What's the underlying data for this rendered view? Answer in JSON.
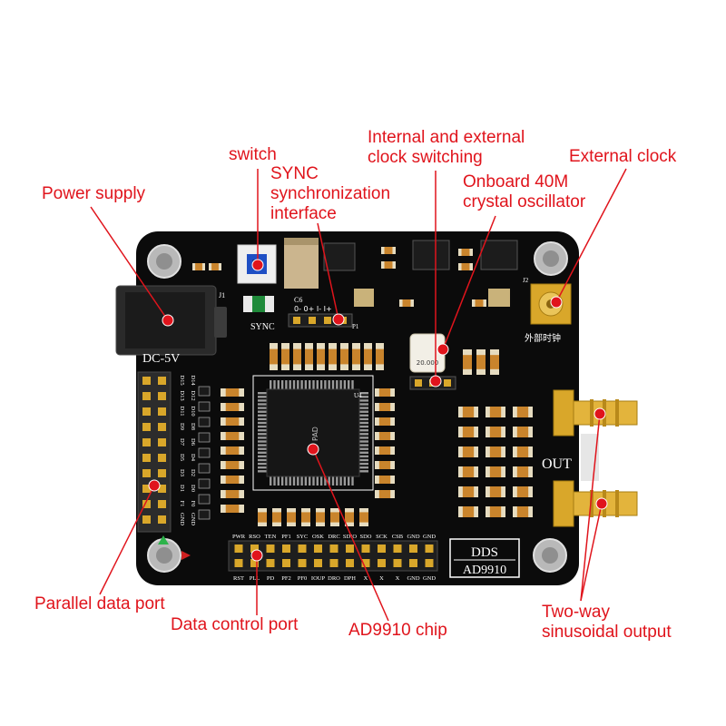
{
  "annotations": {
    "switch": "switch",
    "sync_interface": [
      "SYNC",
      "synchronization",
      "interface"
    ],
    "power_supply": "Power supply",
    "clock_switching": [
      "Internal and external",
      "clock switching"
    ],
    "crystal_oscillator": [
      "Onboard 40M",
      "crystal oscillator"
    ],
    "external_clock": "External clock",
    "parallel_data_port": "Parallel data port",
    "data_control_port": "Data control port",
    "chip": "AD9910 chip",
    "sinusoidal_output": [
      "Two-way",
      "sinusoidal output"
    ]
  },
  "board": {
    "silkscreen": {
      "sync": "SYNC",
      "sync_pins": "0-  0+  I-  I+",
      "power_input": "DC-5V",
      "output": "OUT",
      "external_clock_cn": "外部时钟",
      "model_line1": "DDS",
      "model_line2": "AD9910",
      "chip_mark": "PAD",
      "crystal_freq": "20.000",
      "j1": "J1",
      "j2": "J2",
      "p1": "P1",
      "u4": "U4",
      "c6": "C6"
    },
    "control_header_top": [
      "PWR",
      "RSO",
      "TEN",
      "PF1",
      "SYC",
      "OSK",
      "DRC",
      "SDIO",
      "SDO",
      "SCK",
      "CSB",
      "GND",
      "GND"
    ],
    "control_header_bottom": [
      "RST",
      "PLL",
      "PD",
      "PF2",
      "PF0",
      "IOUP",
      "DRO",
      "DPH",
      "X",
      "X",
      "X",
      "GND",
      "GND"
    ],
    "parallel_labels_a": [
      "D15",
      "D13",
      "D11",
      "D9",
      "D7",
      "D5",
      "D3",
      "D1",
      "F1",
      "GND"
    ],
    "parallel_labels_b": [
      "D14",
      "D12",
      "D10",
      "D8",
      "D6",
      "D4",
      "D2",
      "D0",
      "F0",
      "GND"
    ]
  },
  "colors": {
    "annotation": "#e0141c",
    "pcb": "#0b0b0b",
    "gold": "#d9a72a",
    "silkscreen": "#ffffff"
  }
}
